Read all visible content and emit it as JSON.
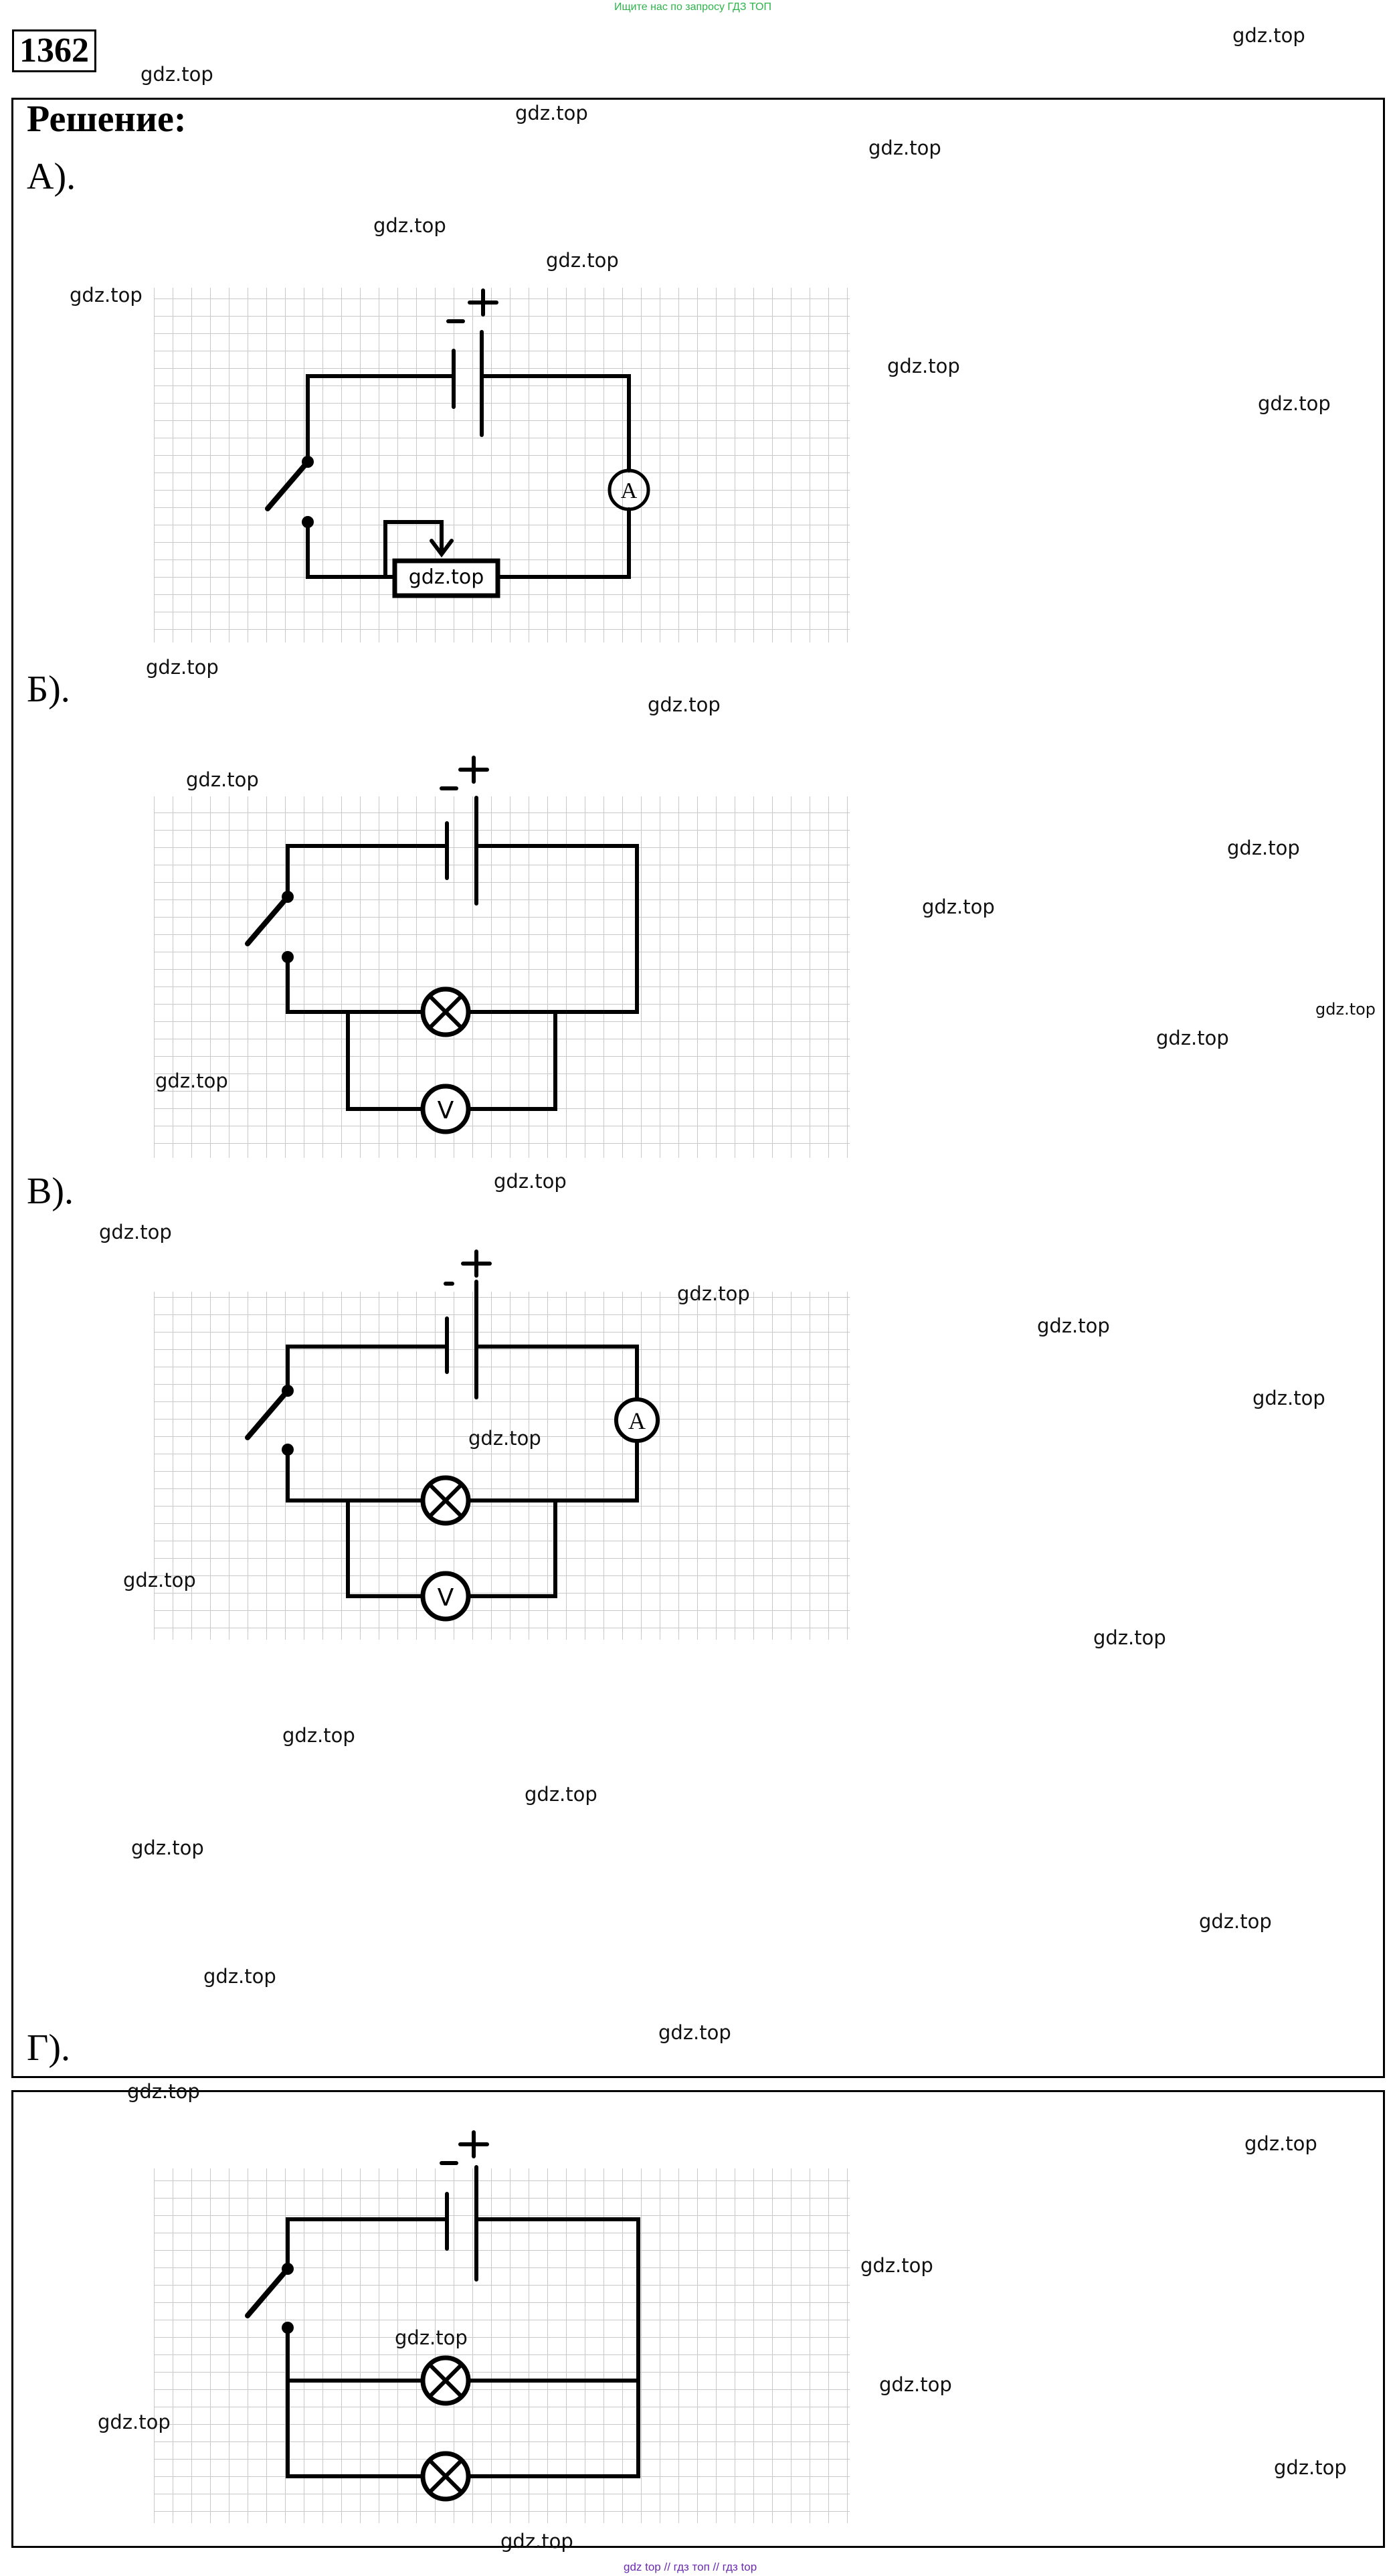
{
  "header": {
    "top_note": "Ищите нас по запросу ГДЗ ТОП",
    "problem_number": "1362"
  },
  "solution": {
    "heading": "Решение:",
    "parts": [
      {
        "label": "А).",
        "ammeter": "A",
        "rheostat_overlay": "gdz.top"
      },
      {
        "label": "Б).",
        "voltmeter": "V"
      },
      {
        "label": "В).",
        "ammeter": "A",
        "voltmeter": "V"
      },
      {
        "label": "Г)."
      }
    ]
  },
  "watermark": "gdz.top",
  "footer": "gdz top  //  гдз топ  //  гдз top"
}
